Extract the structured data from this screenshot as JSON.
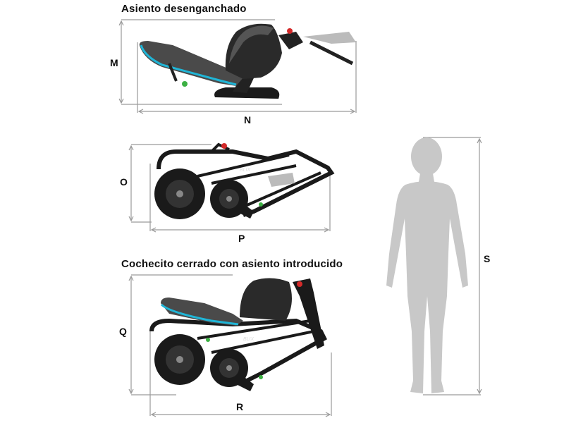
{
  "titles": {
    "seat_detached": "Asiento desenganchado",
    "folded_with_seat": "Cochecito cerrado con asiento introducido"
  },
  "dimensions": {
    "M": "M",
    "N": "N",
    "O": "O",
    "P": "P",
    "Q": "Q",
    "R": "R",
    "S": "S"
  },
  "brand_label": "BLIX",
  "colors": {
    "frame": "#1a1a1a",
    "accent": "#1fb5d6",
    "fabric": "#4a4a4a",
    "dimension_line": "#9a9a9a",
    "silhouette": "#c8c8c8"
  }
}
